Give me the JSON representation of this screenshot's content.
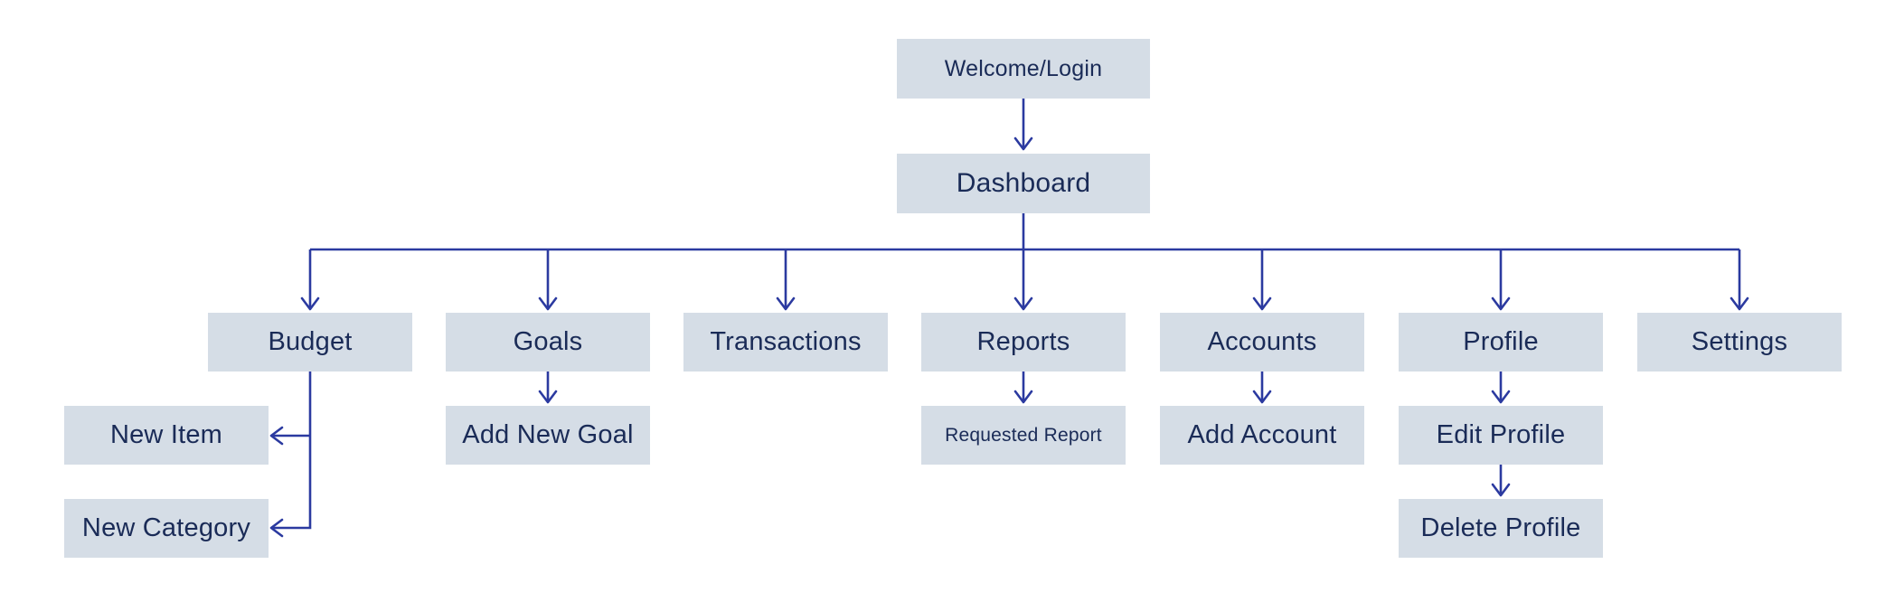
{
  "colors": {
    "background": "#ffffff",
    "box_fill": "#d5dde6",
    "label_text": "#1a2b57",
    "connector": "#2b3aa0"
  },
  "diagram": {
    "type": "sitemap-flowchart",
    "nodes": {
      "welcome": {
        "label": "Welcome/Login"
      },
      "dashboard": {
        "label": "Dashboard"
      },
      "budget": {
        "label": "Budget"
      },
      "goals": {
        "label": "Goals"
      },
      "transactions": {
        "label": "Transactions"
      },
      "reports": {
        "label": "Reports"
      },
      "accounts": {
        "label": "Accounts"
      },
      "profile": {
        "label": "Profile"
      },
      "settings": {
        "label": "Settings"
      },
      "new_item": {
        "label": "New Item"
      },
      "new_category": {
        "label": "New Category"
      },
      "add_new_goal": {
        "label": "Add New Goal"
      },
      "requested_report": {
        "label": "Requested Report"
      },
      "add_account": {
        "label": "Add Account"
      },
      "edit_profile": {
        "label": "Edit Profile"
      },
      "delete_profile": {
        "label": "Delete Profile"
      }
    },
    "edges": [
      {
        "from": "welcome",
        "to": "dashboard"
      },
      {
        "from": "dashboard",
        "to": "budget"
      },
      {
        "from": "dashboard",
        "to": "goals"
      },
      {
        "from": "dashboard",
        "to": "transactions"
      },
      {
        "from": "dashboard",
        "to": "reports"
      },
      {
        "from": "dashboard",
        "to": "accounts"
      },
      {
        "from": "dashboard",
        "to": "profile"
      },
      {
        "from": "dashboard",
        "to": "settings"
      },
      {
        "from": "budget",
        "to": "new_item"
      },
      {
        "from": "budget",
        "to": "new_category"
      },
      {
        "from": "goals",
        "to": "add_new_goal"
      },
      {
        "from": "reports",
        "to": "requested_report"
      },
      {
        "from": "accounts",
        "to": "add_account"
      },
      {
        "from": "profile",
        "to": "edit_profile"
      },
      {
        "from": "edit_profile",
        "to": "delete_profile"
      }
    ]
  }
}
